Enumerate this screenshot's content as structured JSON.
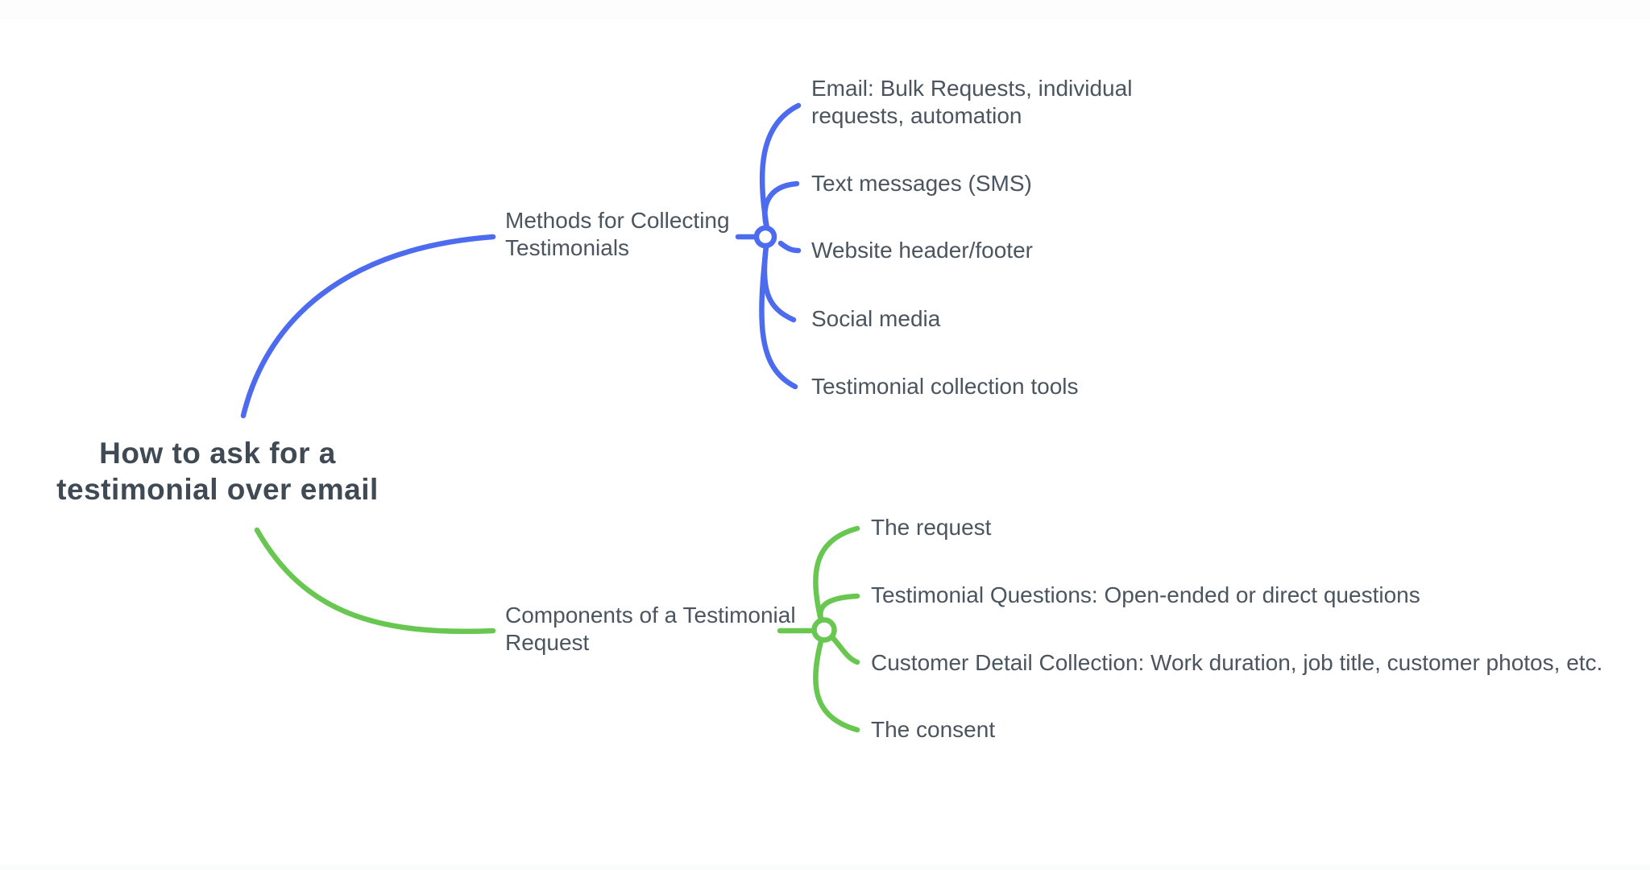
{
  "colors": {
    "background": "#ffffff",
    "blue_branch": "#4c6bef",
    "green_branch": "#68c750",
    "root_text": "#3f4a54",
    "node_text": "#4b555f"
  },
  "mindmap": {
    "root": {
      "label": "How to ask for a\ntestimonial over email"
    },
    "branches": [
      {
        "label": "Methods for Collecting\nTestimonials",
        "color": "#4c6bef",
        "children": [
          {
            "label": "Email: Bulk Requests, individual\nrequests, automation"
          },
          {
            "label": "Text messages (SMS)"
          },
          {
            "label": "Website header/footer"
          },
          {
            "label": "Social media"
          },
          {
            "label": "Testimonial collection tools"
          }
        ]
      },
      {
        "label": "Components of a Testimonial\nRequest",
        "color": "#68c750",
        "children": [
          {
            "label": "The request"
          },
          {
            "label": "Testimonial Questions: Open-ended or direct questions"
          },
          {
            "label": "Customer Detail Collection: Work duration, job title, customer photos, etc."
          },
          {
            "label": "The consent"
          }
        ]
      }
    ]
  }
}
